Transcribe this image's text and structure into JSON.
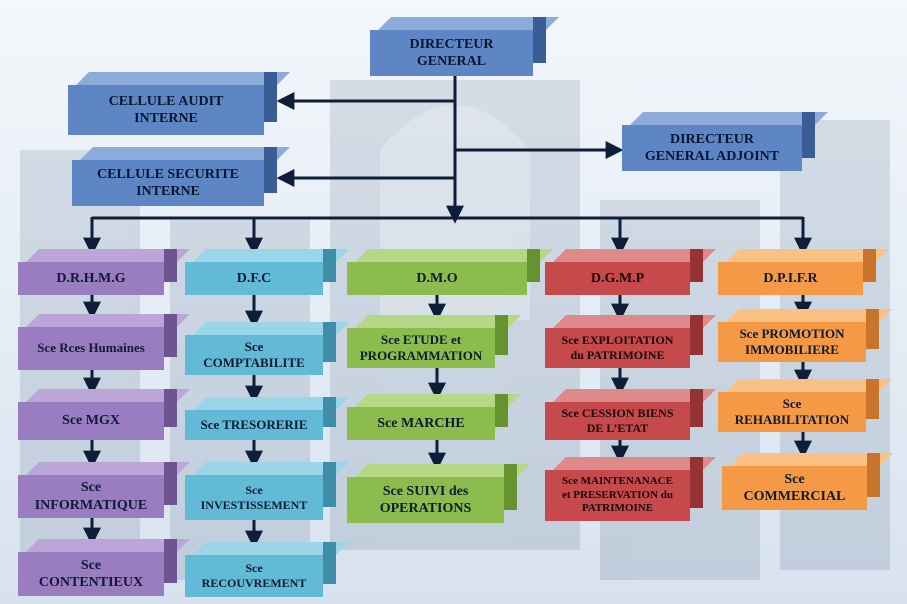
{
  "top": {
    "director_general": [
      "DIRECTEUR",
      "GENERAL"
    ],
    "audit": [
      "CELLULE AUDIT",
      "INTERNE"
    ],
    "securite": [
      "CELLULE SECURITE",
      "INTERNE"
    ],
    "adjoint": [
      "DIRECTEUR",
      "GENERAL ADJOINT"
    ]
  },
  "divisions": [
    {
      "title": "D.R.H.M.G",
      "color": "#9a7cc0",
      "services": [
        [
          "Sce Rces Humaines"
        ],
        [
          "Sce MGX"
        ],
        [
          "Sce",
          "INFORMATIQUE"
        ],
        [
          "Sce",
          "CONTENTIEUX"
        ]
      ]
    },
    {
      "title": "D.F.C",
      "color": "#63bad6",
      "services": [
        [
          "Sce",
          "COMPTABILITE"
        ],
        [
          "Sce TRESORERIE"
        ],
        [
          "Sce",
          "INVESTISSEMENT"
        ],
        [
          "Sce",
          "RECOUVREMENT"
        ]
      ]
    },
    {
      "title": "D.M.O",
      "color": "#8cbc4e",
      "services": [
        [
          "Sce ETUDE et",
          "PROGRAMMATION"
        ],
        [
          "Sce MARCHE"
        ],
        [
          "Sce SUIVI des",
          "OPERATIONS"
        ]
      ]
    },
    {
      "title": "D.G.M.P",
      "color": "#c6494b",
      "services": [
        [
          "Sce EXPLOITATION",
          "du PATRIMOINE"
        ],
        [
          "Sce CESSION BIENS",
          "DE L’ETAT"
        ],
        [
          "Sce MAINTENANACE",
          "et PRESERVATION du",
          "PATRIMOINE"
        ]
      ]
    },
    {
      "title": "D.P.I.F.R",
      "color": "#f49a46",
      "services": [
        [
          "Sce PROMOTION",
          "IMMOBILIERE"
        ],
        [
          "Sce",
          "REHABILITATION"
        ],
        [
          "Sce",
          "COMMERCIAL"
        ]
      ]
    }
  ]
}
